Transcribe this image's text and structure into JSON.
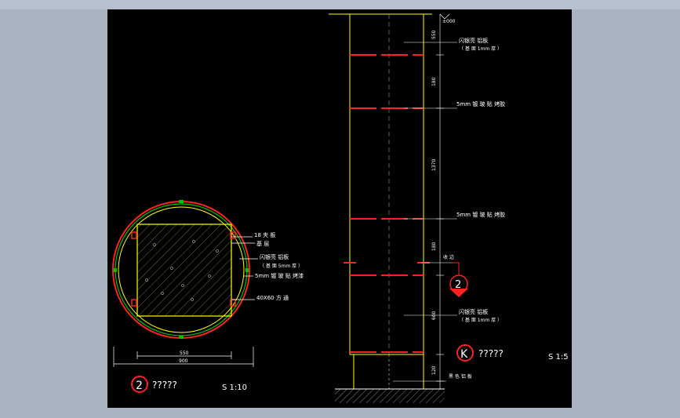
{
  "colors": {
    "background": "#a9b4c2",
    "sheet": "#000000",
    "primary_line": "#ffff00",
    "accent_red": "#ff2020",
    "accent_green": "#00c000",
    "text": "#ffffff"
  },
  "plan": {
    "labels": {
      "wood_board": "18 夹 板",
      "fixing": "基 层",
      "aluminum": "闪银亮 铝板",
      "aluminum_note": "（ 基 面 5mm 厚 ）",
      "glass": "5mm 镀 玻 贴 烤漆",
      "square_tube": "40X60 方 通"
    },
    "dims": {
      "inner": "550",
      "outer": "900"
    },
    "callout_number": "2",
    "title": "?????",
    "scale": "S 1:10"
  },
  "elevation": {
    "level": "±000",
    "dim_labels": [
      "550",
      "180",
      "1370",
      "180",
      "600",
      "120"
    ],
    "labels": {
      "top_band": "闪银亮 铝板",
      "top_band_note": "（ 基 面 1mm 厚 ）",
      "glass_1": "5mm 镀 玻 贴 烤胶",
      "glass_2": "5mm 镀 玻 贴 烤胶",
      "joint": "收 边",
      "bottom_band": "闪银亮 铝板",
      "bottom_band_note": "（ 基 面 1mm 厚 ）",
      "base": "黑 色 铝 板"
    },
    "section_marker": "2",
    "callout_letter": "K",
    "title": "?????",
    "scale": "S 1:5"
  }
}
